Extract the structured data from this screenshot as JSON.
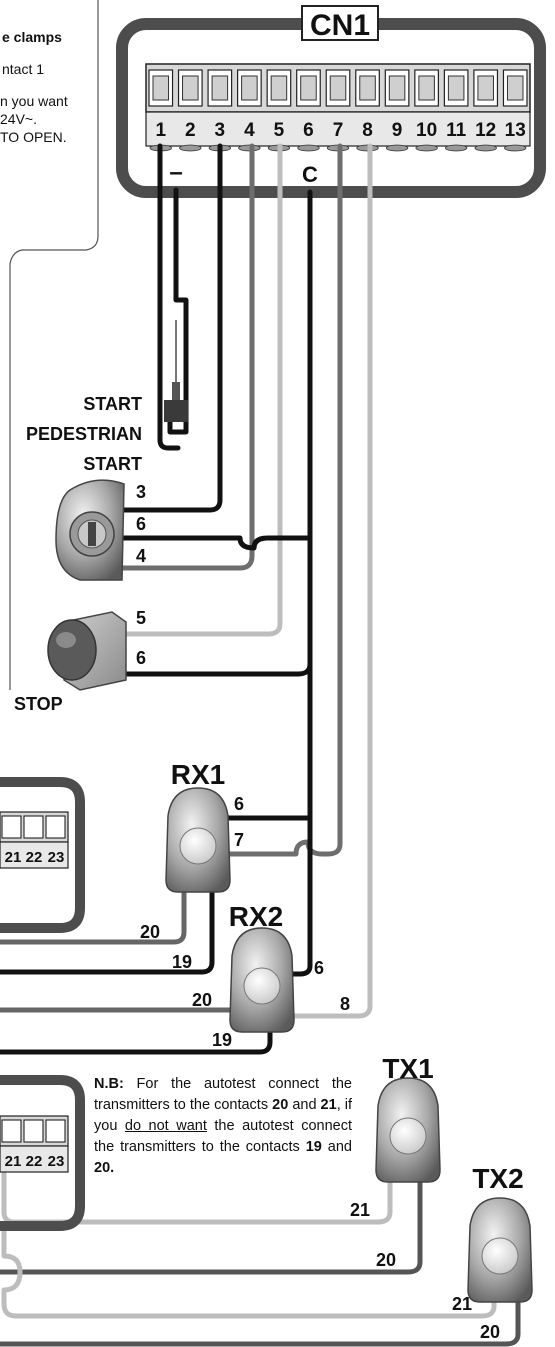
{
  "connector": {
    "title": "CN1",
    "terminals": [
      "1",
      "2",
      "3",
      "4",
      "5",
      "6",
      "7",
      "8",
      "9",
      "10",
      "11",
      "12",
      "13"
    ],
    "markers": {
      "minus": "–",
      "common": "C"
    }
  },
  "top_note": {
    "line1": "e clamps",
    "line2": "ntact 1",
    "line3": "n you want",
    "line4": "24V~.",
    "line5": "TO OPEN."
  },
  "devices": {
    "antenna_labels": {
      "line1": "START",
      "line2": "PEDESTRIAN",
      "line3": "START"
    },
    "keyswitch_wires": [
      "3",
      "6",
      "4"
    ],
    "stop": {
      "label": "STOP",
      "wires": [
        "5",
        "6"
      ]
    },
    "rx1": {
      "label": "RX1",
      "wires": [
        "6",
        "7",
        "20",
        "19"
      ]
    },
    "rx2": {
      "label": "RX2",
      "wires": [
        "6",
        "8",
        "20",
        "19"
      ]
    },
    "tx1": {
      "label": "TX1",
      "wires": [
        "21",
        "20"
      ]
    },
    "tx2": {
      "label": "TX2",
      "wires": [
        "21",
        "20"
      ]
    }
  },
  "aux_boards": {
    "terminals": [
      "21",
      "22",
      "23"
    ]
  },
  "note": {
    "lead": "N.B:",
    "part1": " For the autotest connect the transmitters to the contacts ",
    "c20": "20",
    "and": " and ",
    "c21": "21",
    "part2": ", if you ",
    "underline": "do not want",
    "part3": " the autotest connect the transmitters to the contacts ",
    "c19": "19",
    "and2": " and ",
    "c20b": "20."
  }
}
